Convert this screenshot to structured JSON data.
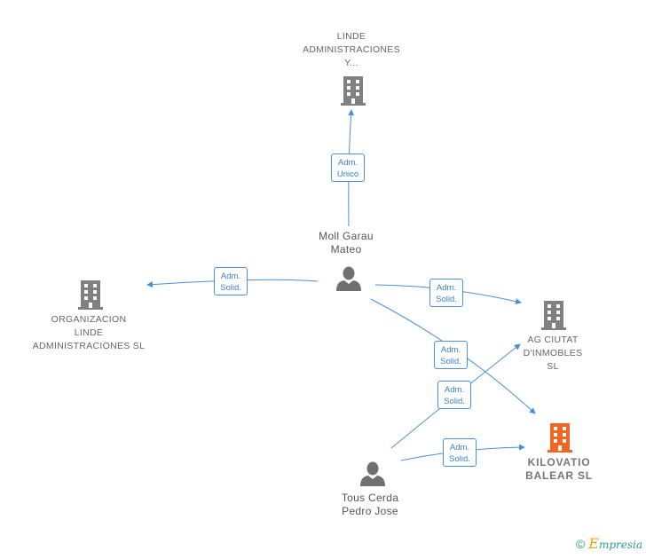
{
  "nodes": {
    "linde_y": {
      "label": "LINDE\nADMINISTRACIONES\nY...",
      "kind": "company"
    },
    "organizacion": {
      "label": "ORGANIZACION\nLINDE\nADMINISTRACIONES SL",
      "kind": "company"
    },
    "ag_ciutat": {
      "label": "AG CIUTAT\nD'INMOBLES\nSL",
      "kind": "company"
    },
    "kilovatio": {
      "label": "KILOVATIO\nBALEAR  SL",
      "kind": "company-highlight"
    },
    "moll": {
      "label": "Moll Garau\nMateo",
      "kind": "person"
    },
    "tous": {
      "label": "Tous Cerda\nPedro Jose",
      "kind": "person"
    }
  },
  "edges": [
    {
      "from": "moll",
      "to": "linde_y",
      "label": "Adm.\nUnico"
    },
    {
      "from": "moll",
      "to": "organizacion",
      "label": "Adm.\nSolid."
    },
    {
      "from": "moll",
      "to": "ag_ciutat",
      "label": "Adm.\nSolid."
    },
    {
      "from": "moll",
      "to": "kilovatio",
      "label": "Adm.\nSolid."
    },
    {
      "from": "tous",
      "to": "ag_ciutat",
      "label": "Adm.\nSolid."
    },
    {
      "from": "tous",
      "to": "kilovatio",
      "label": "Adm.\nSolid."
    }
  ],
  "colors": {
    "edge": "#4a90d9",
    "company_icon": "#808080",
    "highlight_icon": "#f26522",
    "person_icon": "#707070"
  },
  "icons": {
    "company": "building-icon",
    "person": "person-icon"
  },
  "footer": {
    "copyright_symbol": "©",
    "brand_first": "E",
    "brand_rest": "mpresia"
  }
}
